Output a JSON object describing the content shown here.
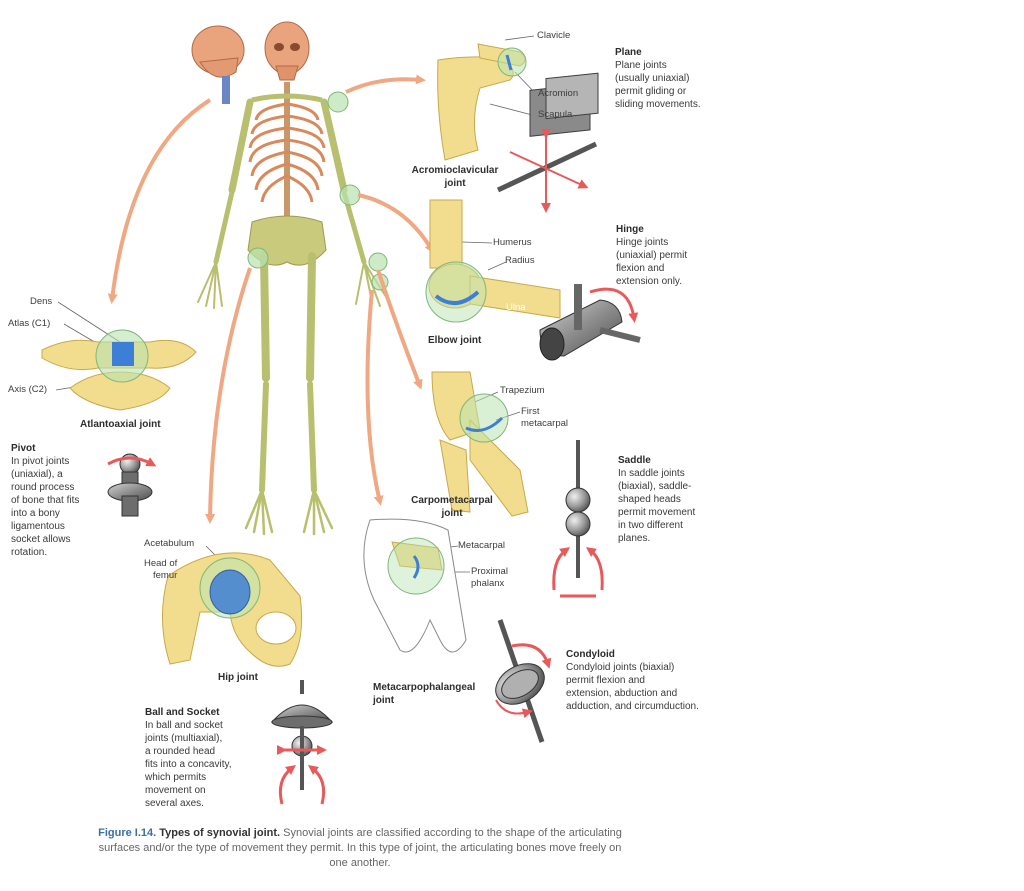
{
  "colors": {
    "bone": "#f2dd8e",
    "bone_edge": "#c9a84a",
    "skeleton": "#b8bf6e",
    "ribs": "#d88a5c",
    "joint_highlight": "#b9e3b0",
    "arrow": "#f0a882",
    "cartilage": "#3d7fd6",
    "model_metal": "#8a8a8a",
    "motion_arrow": "#e85a5a",
    "caption_blue": "#3a6fa8"
  },
  "labels": {
    "clavicle": "Clavicle",
    "acromion": "Acromion",
    "scapula": "Scapula",
    "humerus": "Humerus",
    "radius": "Radius",
    "ulna": "Ulna",
    "dens": "Dens",
    "atlas": "Atlas (C1)",
    "axis": "Axis (C2)",
    "trapezium": "Trapezium",
    "first_metacarpal": "First\nmetacarpal",
    "acetabulum": "Acetabulum",
    "head_of_femur": "Head of\nfemur",
    "metacarpal": "Metacarpal",
    "proximal_phalanx": "Proximal\nphalanx"
  },
  "joints": {
    "acromioclavicular": "Acromioclavicular\njoint",
    "elbow": "Elbow joint",
    "atlantoaxial": "Atlantoaxial joint",
    "carpometacarpal": "Carpometacarpal\njoint",
    "hip": "Hip joint",
    "metacarpophalangeal": "Metacarpophalangeal\njoint"
  },
  "descriptions": {
    "plane": {
      "title": "Plane",
      "body": "Plane joints\n(usually uniaxial)\npermit gliding or\nsliding movements."
    },
    "hinge": {
      "title": "Hinge",
      "body": "Hinge joints\n(uniaxial) permit\nflexion and\nextension only."
    },
    "pivot": {
      "title": "Pivot",
      "body": "In pivot joints\n(uniaxial), a\nround process\nof bone that fits\ninto a bony\nligamentous\nsocket allows\nrotation."
    },
    "saddle": {
      "title": "Saddle",
      "body": "In saddle joints\n(biaxial), saddle-\nshaped heads\npermit movement\nin two different\nplanes."
    },
    "condyloid": {
      "title": "Condyloid",
      "body": "Condyloid joints (biaxial)\npermit flexion and\nextension, abduction and\nadduction, and circumduction."
    },
    "ball_socket": {
      "title": "Ball and Socket",
      "body": "In ball and socket\njoints (multiaxial),\na rounded head\nfits into a concavity,\nwhich permits\nmovement on\nseveral axes."
    }
  },
  "caption": {
    "number": "Figure I.14.",
    "title": "Types of synovial joint.",
    "text": "Synovial joints are classified according to the shape of the articulating surfaces and/or the type of movement they permit. In this type of joint, the articulating bones move freely on one another."
  }
}
